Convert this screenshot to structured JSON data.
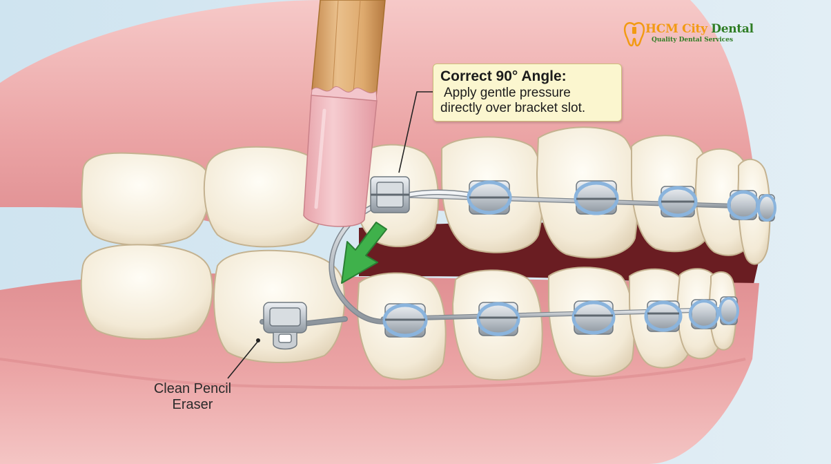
{
  "callout": {
    "title": "Correct 90° Angle:",
    "line1": "Apply gentle pressure",
    "line2": "directly over bracket slot."
  },
  "eraser_label": {
    "line1": "Clean Pencil",
    "line2": "Eraser"
  },
  "logo": {
    "name_part1": "HCM City",
    "name_part2": "Dental",
    "tagline": "Quality Dental Services"
  },
  "colors": {
    "gum": "#e79a9d",
    "tooth": "#f4ecd9",
    "bracket": "#c9ced3",
    "ligature": "#8ab4dd",
    "arrow": "#3fb14b",
    "pencil_wood": "#e2b47d",
    "eraser": "#f0b9bf",
    "callout_bg": "#fbf6cf",
    "logo_orange": "#f29a12",
    "logo_green": "#2f7d24"
  }
}
